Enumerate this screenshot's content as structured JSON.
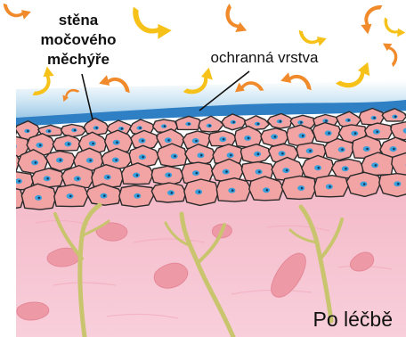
{
  "labels": {
    "wall_line1": "stěna",
    "wall_line2": "močového",
    "wall_line3": "měchýře",
    "protective_layer": "ochranná vrstva",
    "after_treatment": "Po léčbě"
  },
  "colors": {
    "sky": "#ffffff",
    "protective_layer": "#2f7fc4",
    "protective_light": "#cfe6f4",
    "cell_fill": "#f2a3a3",
    "cell_stroke": "#2b2b2b",
    "nucleus": "#3aa0dc",
    "tissue": "#f6c6d3",
    "vessel": "#c9c46e",
    "blob": "#ee9aa6",
    "arrow_orange": "#f08a2a",
    "arrow_yellow": "#f6c21a"
  }
}
